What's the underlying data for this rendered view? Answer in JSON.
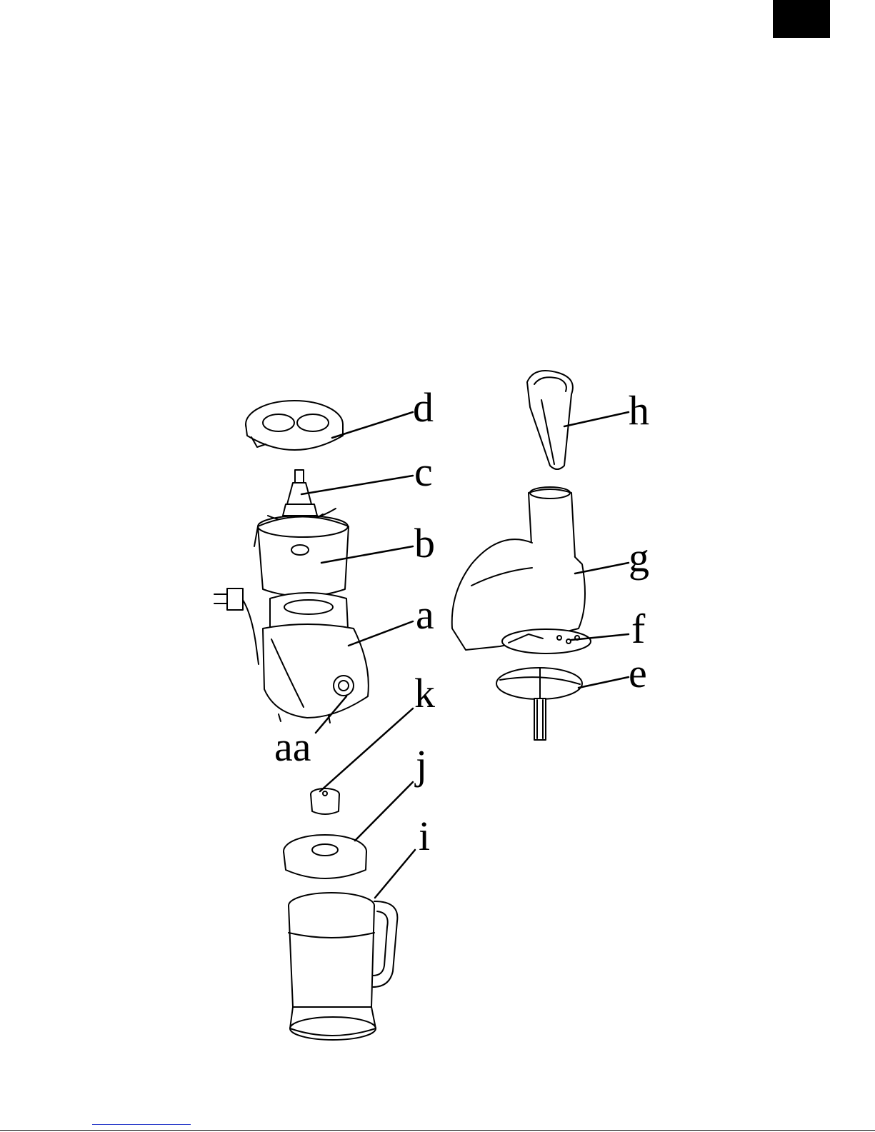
{
  "labels": {
    "a": "a",
    "aa": "aa",
    "b": "b",
    "c": "c",
    "d": "d",
    "e": "e",
    "f": "f",
    "g": "g",
    "h": "h",
    "i": "i",
    "j": "j",
    "k": "k"
  },
  "colors": {
    "ink": "#000000",
    "link": "#3344cc"
  }
}
